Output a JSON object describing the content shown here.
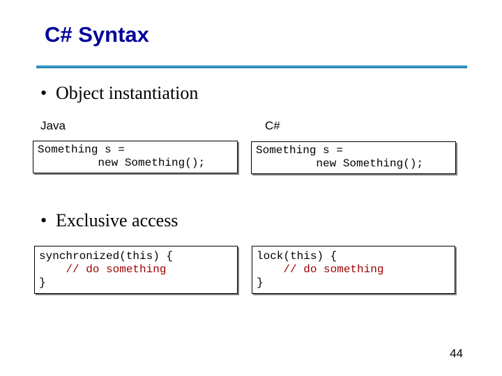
{
  "slide": {
    "title": "C# Syntax",
    "bullets": [
      {
        "marker": "•",
        "text": "Object instantiation"
      },
      {
        "marker": "•",
        "text": "Exclusive access"
      }
    ],
    "columns": {
      "left_label": "Java",
      "right_label": "C#"
    },
    "code": {
      "java_instantiation": [
        "Something s =",
        "         new Something();"
      ],
      "cs_instantiation": [
        "Something s =",
        "         new Something();"
      ],
      "java_lock": {
        "open": "synchronized(this) {",
        "comment": "    // do something",
        "close": "}"
      },
      "cs_lock": {
        "open": "lock(this) {",
        "comment": "    // do something",
        "close": "}"
      }
    },
    "page_number": "44",
    "colors": {
      "title": "#000099",
      "rule": "#3399cc",
      "comment": "#990000"
    }
  }
}
